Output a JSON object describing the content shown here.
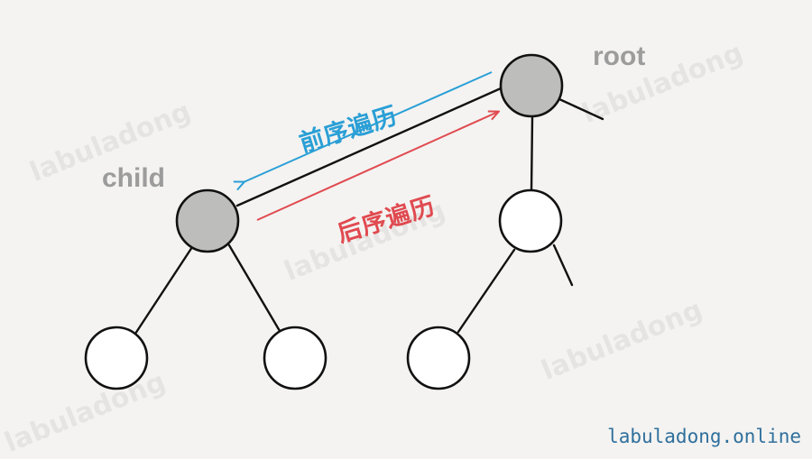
{
  "watermark": "labuladong",
  "labels": {
    "root": "root",
    "child": "child",
    "preorder": "前序遍历",
    "postorder": "后序遍历"
  },
  "site": "labuladong.online",
  "colors": {
    "background": "#f4f3f1",
    "highlighted_node_fill": "#bdbdbc",
    "node_fill": "#ffffff",
    "stroke": "#111111",
    "preorder_arrow": "#2a9fd6",
    "postorder_arrow": "#e04a50",
    "node_label": "#9c9c9c",
    "site_text": "#2f6f9c"
  }
}
